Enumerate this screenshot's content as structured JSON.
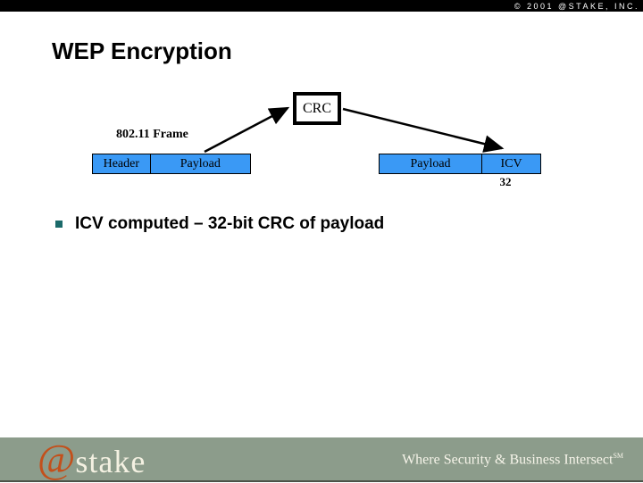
{
  "top_bar": {
    "copyright": "© 2001 @STAKE, INC."
  },
  "slide": {
    "title": "WEP Encryption",
    "bullet_text": "ICV computed – 32-bit CRC of payload"
  },
  "diagram": {
    "crc_label": "CRC",
    "frame_label": "802.11 Frame",
    "left_frame": {
      "cells": [
        "Header",
        "Payload"
      ]
    },
    "right_frame": {
      "cells": [
        "Payload",
        "ICV"
      ],
      "subscript": "32"
    }
  },
  "footer": {
    "logo_at": "@",
    "logo_text": "stake",
    "tagline": "Where Security & Business Intersect",
    "tagline_mark": "SM"
  },
  "colors": {
    "top_bar": "#000000",
    "frame_fill": "#3A99F5",
    "frame_border": "#000000",
    "bullet_square": "#1B6A6A",
    "footer_bar": "#8C9C8B",
    "logo_at_symbol": "#C3501B",
    "logo_text": "#F4F1E2",
    "tagline_text": "#F6F4E9"
  }
}
